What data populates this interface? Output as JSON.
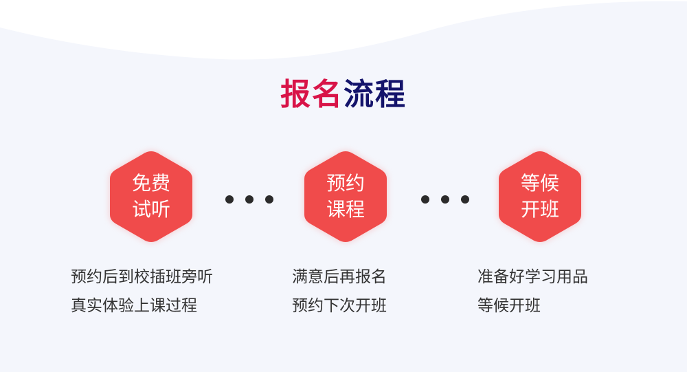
{
  "title": {
    "part1": "报名",
    "part2": "流程",
    "part1_color": "#d81448",
    "part2_color": "#14146b"
  },
  "colors": {
    "hexagon": "#f04b4b",
    "background": "#f4f6fc",
    "text": "#333333"
  },
  "steps": [
    {
      "line1": "免费",
      "line2": "试听",
      "desc": [
        "预约后到校插班旁听",
        "真实体验上课过程"
      ]
    },
    {
      "line1": "预约",
      "line2": "课程",
      "desc": [
        "满意后再报名",
        "预约下次开班"
      ]
    },
    {
      "line1": "等候",
      "line2": "开班",
      "desc": [
        "准备好学习用品",
        "等候开班"
      ]
    }
  ],
  "connectors": [
    {
      "icon": "ellipsis-dots-icon",
      "count": 3
    },
    {
      "icon": "ellipsis-dots-icon",
      "count": 3
    }
  ]
}
